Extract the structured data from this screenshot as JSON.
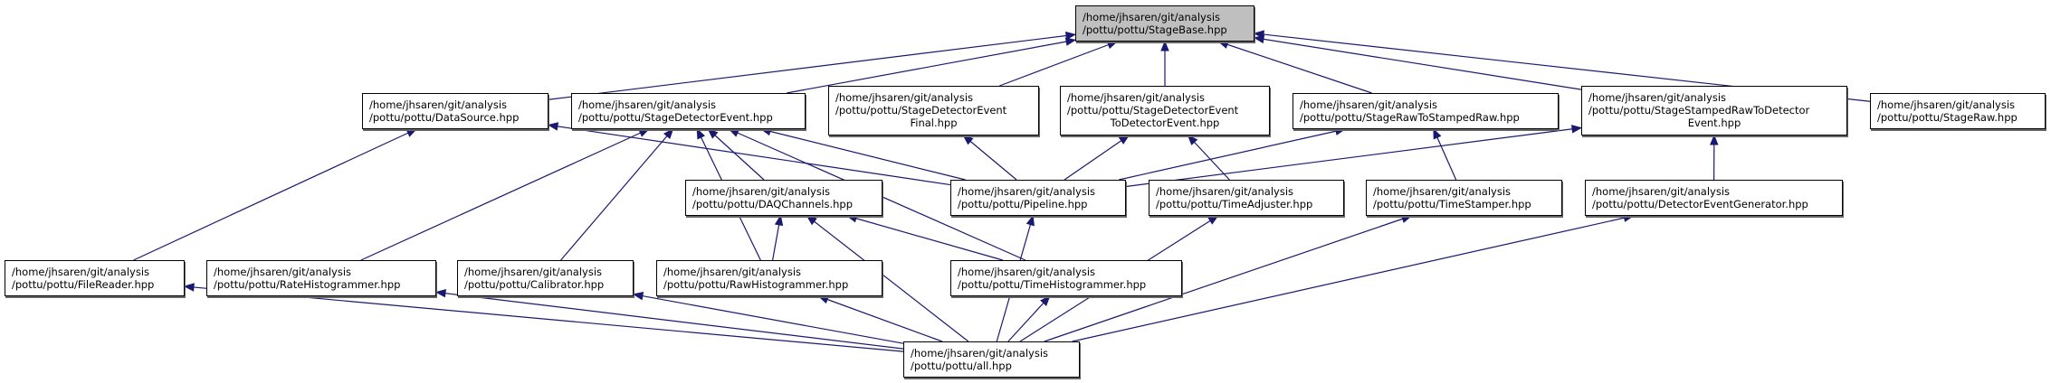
{
  "graph": {
    "edge_color": "#191970",
    "root_fill": "#bfbfbf",
    "nodes": [
      {
        "id": "StageBase",
        "lines": [
          "/home/jhsaren/git/analysis",
          "/pottu/pottu/StageBase.hpp"
        ],
        "root": true
      },
      {
        "id": "DataSource",
        "lines": [
          "/home/jhsaren/git/analysis",
          "/pottu/pottu/DataSource.hpp"
        ]
      },
      {
        "id": "StageDetectorEvent",
        "lines": [
          "/home/jhsaren/git/analysis",
          "/pottu/pottu/StageDetectorEvent.hpp"
        ]
      },
      {
        "id": "StageDetectorEventFinal",
        "lines": [
          "/home/jhsaren/git/analysis",
          "/pottu/pottu/StageDetectorEvent",
          "Final.hpp"
        ]
      },
      {
        "id": "StageDetectorEventToDetectorEvent",
        "lines": [
          "/home/jhsaren/git/analysis",
          "/pottu/pottu/StageDetectorEvent",
          "ToDetectorEvent.hpp"
        ]
      },
      {
        "id": "StageRawToStampedRaw",
        "lines": [
          "/home/jhsaren/git/analysis",
          "/pottu/pottu/StageRawToStampedRaw.hpp"
        ]
      },
      {
        "id": "StageStampedRawToDetectorEvent",
        "lines": [
          "/home/jhsaren/git/analysis",
          "/pottu/pottu/StageStampedRawToDetector",
          "Event.hpp"
        ]
      },
      {
        "id": "StageRaw",
        "lines": [
          "/home/jhsaren/git/analysis",
          "/pottu/pottu/StageRaw.hpp"
        ]
      },
      {
        "id": "DAQChannels",
        "lines": [
          "/home/jhsaren/git/analysis",
          "/pottu/pottu/DAQChannels.hpp"
        ]
      },
      {
        "id": "Pipeline",
        "lines": [
          "/home/jhsaren/git/analysis",
          "/pottu/pottu/Pipeline.hpp"
        ]
      },
      {
        "id": "TimeAdjuster",
        "lines": [
          "/home/jhsaren/git/analysis",
          "/pottu/pottu/TimeAdjuster.hpp"
        ]
      },
      {
        "id": "TimeStamper",
        "lines": [
          "/home/jhsaren/git/analysis",
          "/pottu/pottu/TimeStamper.hpp"
        ]
      },
      {
        "id": "DetectorEventGenerator",
        "lines": [
          "/home/jhsaren/git/analysis",
          "/pottu/pottu/DetectorEventGenerator.hpp"
        ]
      },
      {
        "id": "FileReader",
        "lines": [
          "/home/jhsaren/git/analysis",
          "/pottu/pottu/FileReader.hpp"
        ]
      },
      {
        "id": "RateHistogrammer",
        "lines": [
          "/home/jhsaren/git/analysis",
          "/pottu/pottu/RateHistogrammer.hpp"
        ]
      },
      {
        "id": "Calibrator",
        "lines": [
          "/home/jhsaren/git/analysis",
          "/pottu/pottu/Calibrator.hpp"
        ]
      },
      {
        "id": "RawHistogrammer",
        "lines": [
          "/home/jhsaren/git/analysis",
          "/pottu/pottu/RawHistogrammer.hpp"
        ]
      },
      {
        "id": "TimeHistogrammer",
        "lines": [
          "/home/jhsaren/git/analysis",
          "/pottu/pottu/TimeHistogrammer.hpp"
        ]
      },
      {
        "id": "all",
        "lines": [
          "/home/jhsaren/git/analysis",
          "/pottu/pottu/all.hpp"
        ]
      }
    ],
    "edges": [
      {
        "from": "DataSource",
        "to": "StageBase"
      },
      {
        "from": "StageDetectorEvent",
        "to": "StageBase"
      },
      {
        "from": "StageDetectorEventFinal",
        "to": "StageBase"
      },
      {
        "from": "StageDetectorEventToDetectorEvent",
        "to": "StageBase"
      },
      {
        "from": "StageRawToStampedRaw",
        "to": "StageBase"
      },
      {
        "from": "StageStampedRawToDetectorEvent",
        "to": "StageBase"
      },
      {
        "from": "StageRaw",
        "to": "StageBase"
      },
      {
        "from": "FileReader",
        "to": "DataSource"
      },
      {
        "from": "Pipeline",
        "to": "DataSource"
      },
      {
        "from": "RateHistogrammer",
        "to": "StageDetectorEvent"
      },
      {
        "from": "Calibrator",
        "to": "StageDetectorEvent"
      },
      {
        "from": "RawHistogrammer",
        "to": "StageDetectorEvent"
      },
      {
        "from": "DAQChannels",
        "to": "StageDetectorEvent"
      },
      {
        "from": "Pipeline",
        "to": "StageDetectorEvent"
      },
      {
        "from": "TimeHistogrammer",
        "to": "StageDetectorEvent"
      },
      {
        "from": "Pipeline",
        "to": "StageDetectorEventFinal"
      },
      {
        "from": "Pipeline",
        "to": "StageDetectorEventToDetectorEvent"
      },
      {
        "from": "TimeAdjuster",
        "to": "StageDetectorEventToDetectorEvent"
      },
      {
        "from": "Pipeline",
        "to": "StageRawToStampedRaw"
      },
      {
        "from": "TimeStamper",
        "to": "StageRawToStampedRaw"
      },
      {
        "from": "Pipeline",
        "to": "StageStampedRawToDetectorEvent"
      },
      {
        "from": "DetectorEventGenerator",
        "to": "StageStampedRawToDetectorEvent"
      },
      {
        "from": "RawHistogrammer",
        "to": "DAQChannels"
      },
      {
        "from": "TimeHistogrammer",
        "to": "DAQChannels"
      },
      {
        "from": "all",
        "to": "DAQChannels"
      },
      {
        "from": "all",
        "to": "Pipeline"
      },
      {
        "from": "all",
        "to": "TimeAdjuster"
      },
      {
        "from": "all",
        "to": "TimeStamper"
      },
      {
        "from": "all",
        "to": "DetectorEventGenerator"
      },
      {
        "from": "all",
        "to": "FileReader"
      },
      {
        "from": "all",
        "to": "RateHistogrammer"
      },
      {
        "from": "all",
        "to": "Calibrator"
      },
      {
        "from": "all",
        "to": "RawHistogrammer"
      },
      {
        "from": "all",
        "to": "TimeHistogrammer"
      }
    ]
  }
}
